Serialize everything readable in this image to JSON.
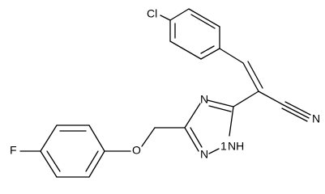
{
  "structure": {
    "atoms": {
      "chlorine": "Cl",
      "fluorine": "F",
      "oxygen": "O",
      "nitrile_n": "N",
      "triazole_n_top": "N",
      "triazole_n_bottom": "N",
      "nh": "NH",
      "nh_locant": "1"
    }
  },
  "colors": {
    "bond": "#000000",
    "background": "#ffffff"
  }
}
